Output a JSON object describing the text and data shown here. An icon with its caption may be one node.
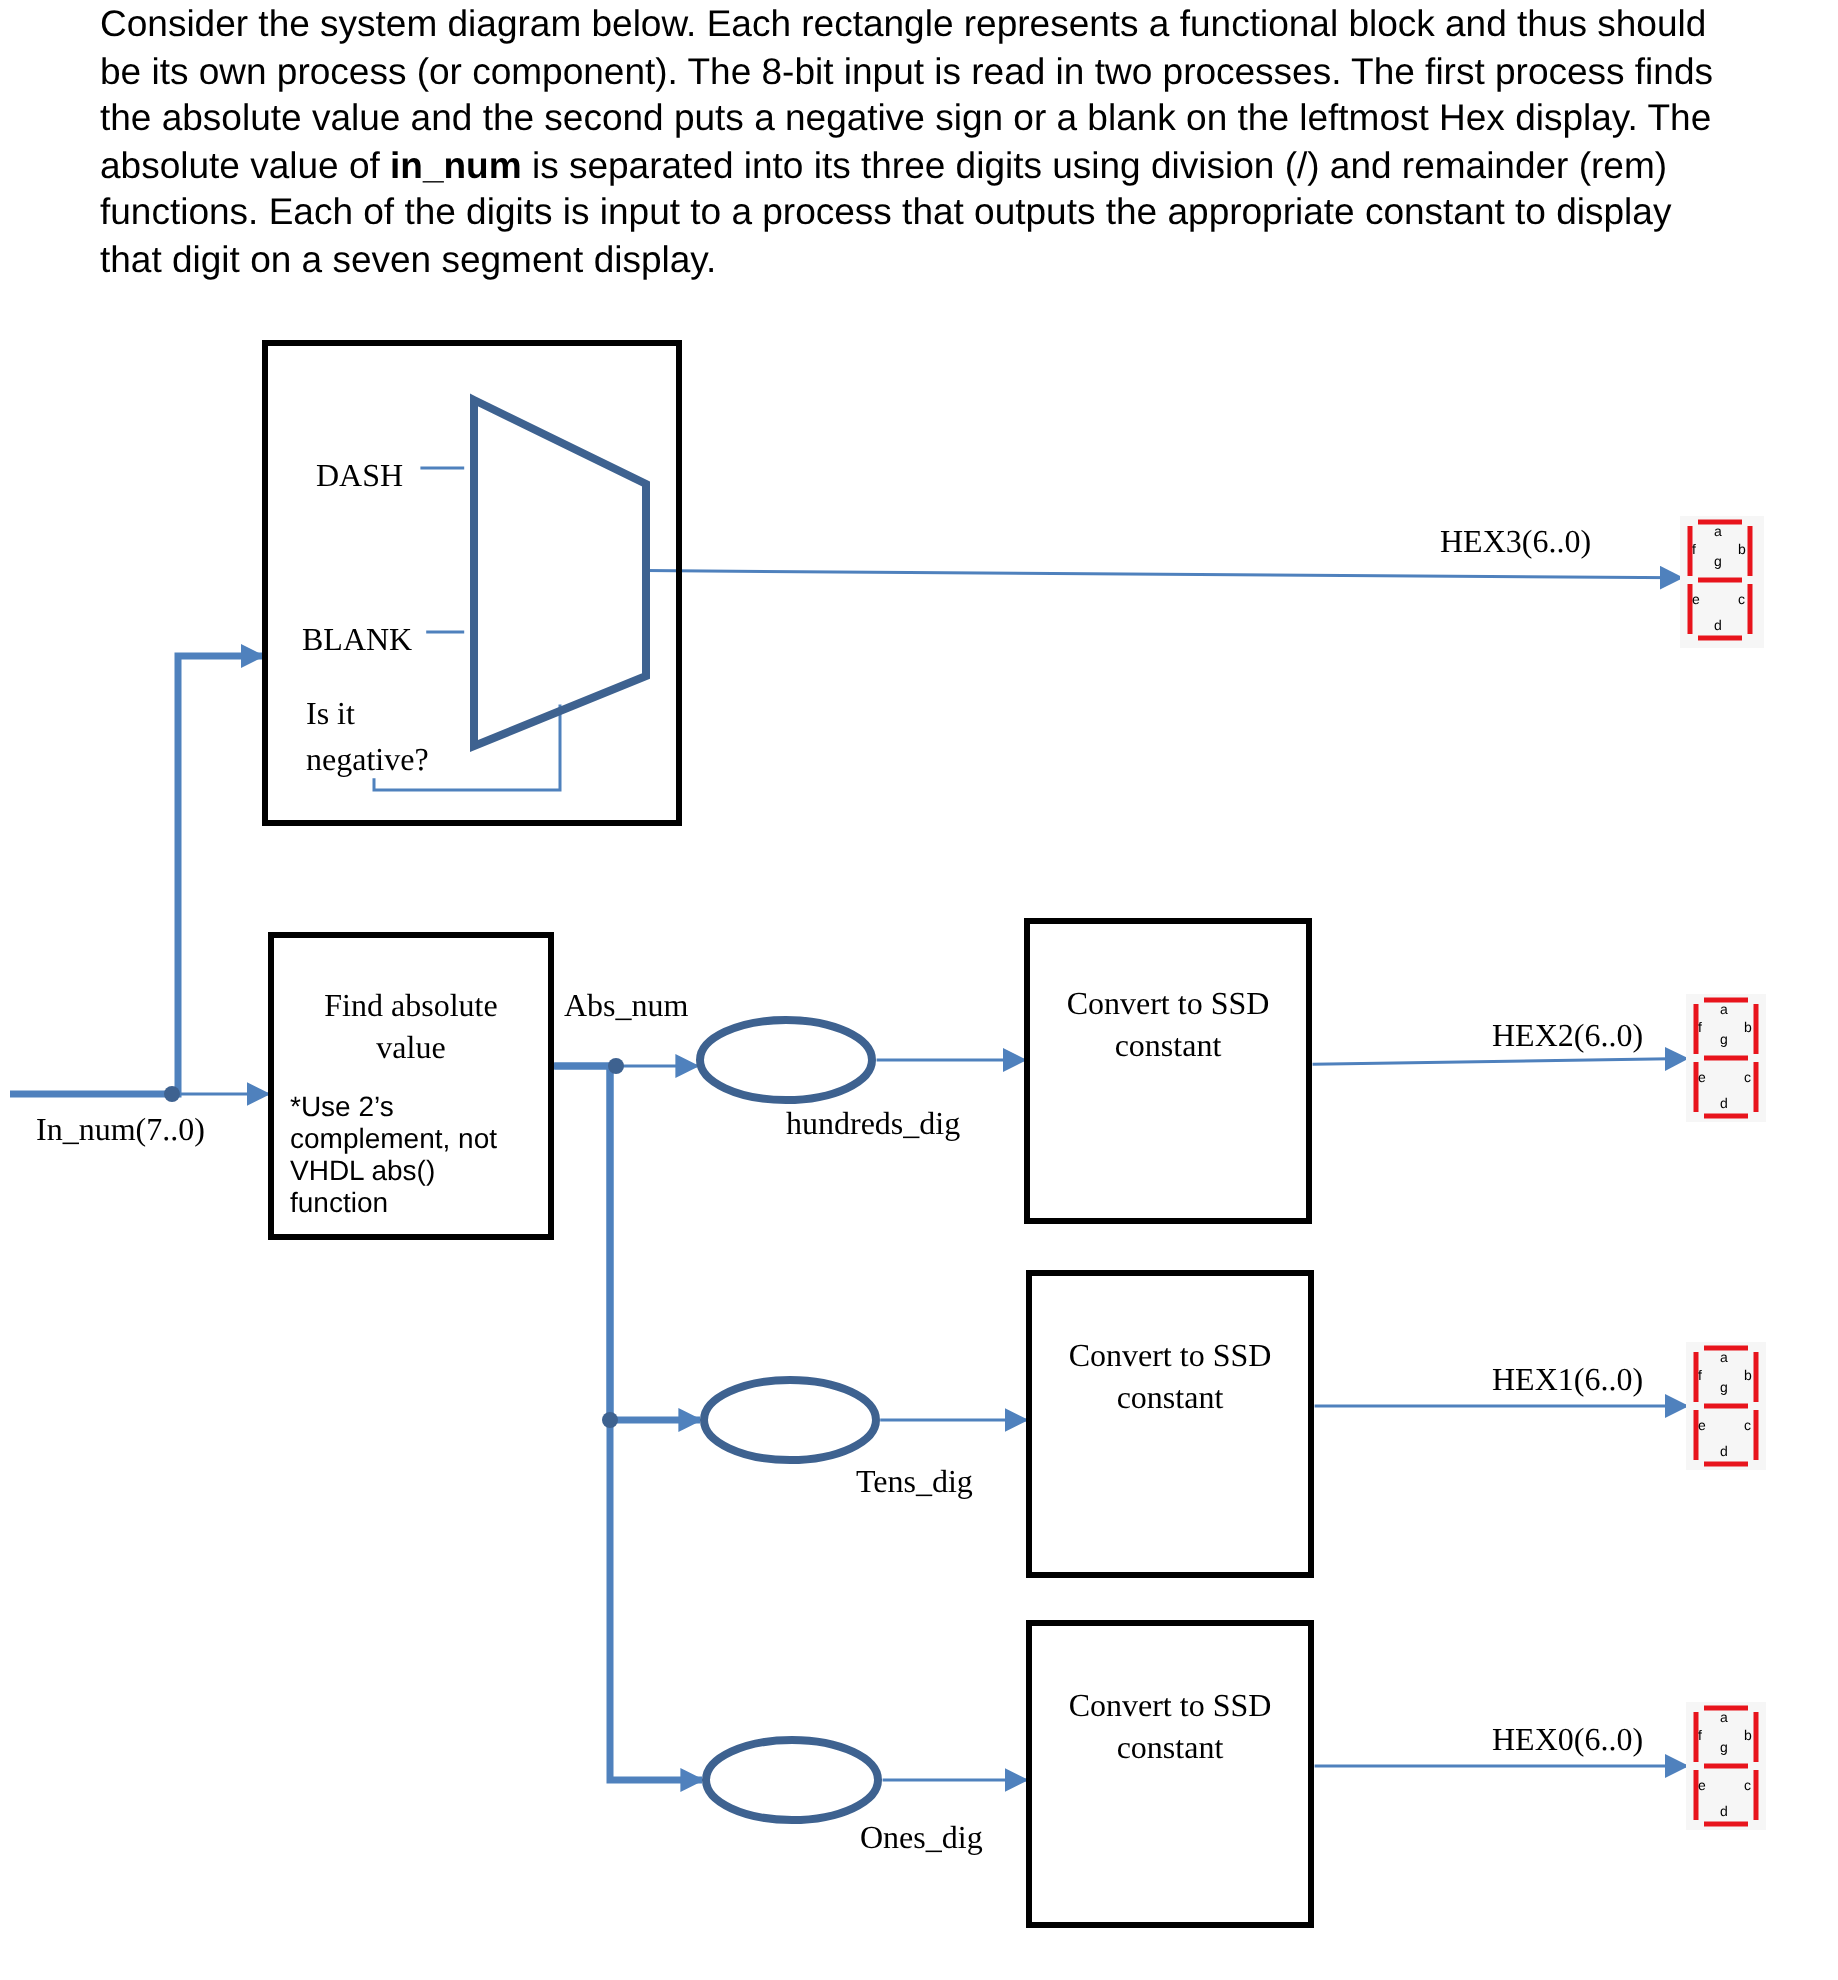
{
  "diagram": {
    "nodes": [
      {
        "text": [],
        "shape": "box"
      },
      {
        "text": [],
        "shape": "trapezoid",
        "in": 0
      },
      {
        "text": [
          "DASH"
        ],
        "in": 0
      },
      {
        "text": [
          "BLANK"
        ],
        "in": 0
      },
      {
        "text": [
          "Is it negative?"
        ],
        "in": 0
      },
      {
        "text": [
          "a",
          "f",
          "b",
          "g",
          "e",
          "c",
          "d"
        ]
      },
      {
        "text": [
          "Find absolute value",
          "*Use 2’s complement, not VHDL abs() function"
        ]
      },
      {
        "text": [],
        "shape": "ellipse"
      },
      {
        "text": [
          "Convert to SSD constant"
        ]
      },
      {
        "text": [
          "a",
          "f",
          "b",
          "g",
          "e",
          "c",
          "d"
        ]
      },
      {
        "text": [],
        "shape": "ellipse"
      },
      {
        "text": [
          "Convert to SSD constant"
        ]
      },
      {
        "text": [
          "a",
          "f",
          "b",
          "g",
          "e",
          "c",
          "d"
        ]
      },
      {
        "text": [],
        "shape": "ellipse"
      },
      {
        "text": [
          "Convert to SSD constant"
        ]
      },
      {
        "text": [
          "a",
          "f",
          "b",
          "g",
          "e",
          "c",
          "d"
        ]
      }
    ],
    "edges": [
      {
        "from": 2,
        "to": 1,
        "arrow": "none"
      },
      {
        "from": 3,
        "to": 1,
        "arrow": "none"
      },
      {
        "from": 4,
        "to": 1,
        "arrow": "none"
      },
      {
        "from": 1,
        "to": 5,
        "arrow": "to",
        "label": "HEX3(6..0)"
      },
      {
        "from": null,
        "to": 6,
        "arrow": "to",
        "label": "In_num(7..0)"
      },
      {
        "from": null,
        "to": 0,
        "arrow": "to",
        "style": "thick"
      },
      {
        "from": 6,
        "to": 7,
        "arrow": "to",
        "label": "Abs_num"
      },
      {
        "from": 6,
        "to": 10,
        "arrow": "to",
        "style": "thick"
      },
      {
        "from": 6,
        "to": 13,
        "arrow": "to",
        "style": "thick"
      },
      {
        "from": 7,
        "to": 8,
        "arrow": "to",
        "label": "hundreds_dig"
      },
      {
        "from": 8,
        "to": 9,
        "arrow": "to",
        "label": "HEX2(6..0)"
      },
      {
        "from": 10,
        "to": 11,
        "arrow": "to",
        "label": "Tens_dig"
      },
      {
        "from": 11,
        "to": 12,
        "arrow": "to",
        "label": "HEX1(6..0)"
      },
      {
        "from": 13,
        "to": 14,
        "arrow": "to",
        "label": "Ones_dig"
      },
      {
        "from": 14,
        "to": 15,
        "arrow": "to",
        "label": "HEX0(6..0)"
      }
    ],
    "labels": [
      "Consider the system diagram below. Each rectangle represents a functional block and thus should be its own process (or component). The 8-bit input is read in two processes. The first process finds the absolute value and the second puts a negative sign or a blank on the leftmost Hex display. The absolute value of **in_num** is separated into its three digits using division (/) and remainder (rem) functions. Each of the digits is input to a process that outputs the appropriate constant to display that digit on a seven segment display."
    ]
  }
}
